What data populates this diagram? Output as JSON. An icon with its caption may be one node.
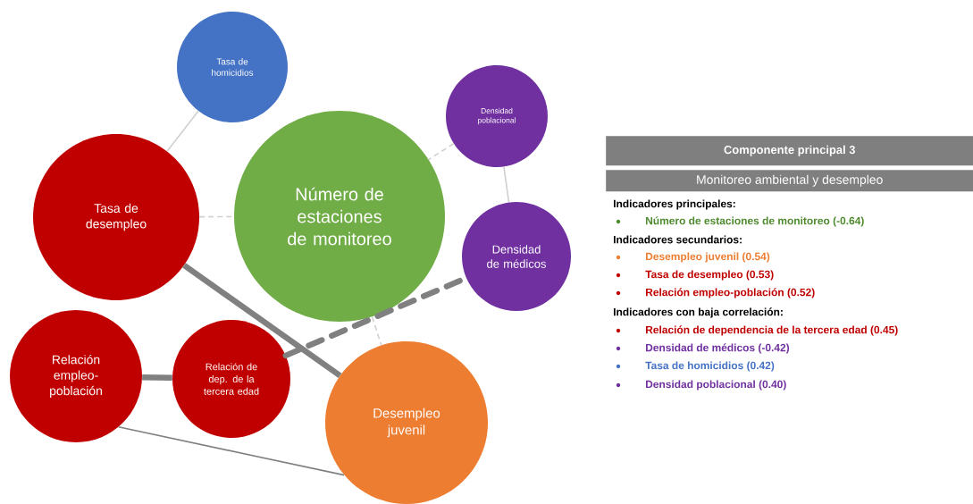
{
  "diagram": {
    "nodes": [
      {
        "text": [
          "Tasa de homicidios"
        ]
      },
      {
        "text": [
          "Densidad poblacional"
        ]
      },
      {
        "text": [
          "Número de estaciones de monitoreo"
        ]
      },
      {
        "text": [
          "Tasa de desempleo"
        ]
      },
      {
        "text": [
          "Densidad de médicos"
        ]
      },
      {
        "text": [
          "Relación empleo-población"
        ]
      },
      {
        "text": [
          "Relación de dep. de la tercera edad"
        ]
      },
      {
        "text": [
          "Desempleo juvenil"
        ]
      }
    ],
    "edges": [
      {
        "from": 0,
        "to": 3,
        "arrow": "none"
      },
      {
        "from": 1,
        "to": 2,
        "arrow": "none",
        "style": "dashed"
      },
      {
        "from": 1,
        "to": 4,
        "arrow": "none"
      },
      {
        "from": 3,
        "to": 2,
        "arrow": "none",
        "style": "dashed"
      },
      {
        "from": 3,
        "to": 7,
        "arrow": "none",
        "style": "thick",
        "color": "#808080"
      },
      {
        "from": 2,
        "to": 7,
        "arrow": "none",
        "style": "dashed"
      },
      {
        "from": 6,
        "to": 4,
        "arrow": "none",
        "style": "dashed",
        "color": "#808080"
      },
      {
        "from": 5,
        "to": 6,
        "arrow": "none",
        "style": "thick",
        "color": "#808080"
      },
      {
        "from": 5,
        "to": 7,
        "arrow": "none",
        "color": "#808080"
      }
    ],
    "labels": [
      "Componente principal 3",
      "Monitoreo ambiental y desempleo",
      "Indicadores principales:",
      "Número de estaciones de monitoreo (-0.64)",
      "Indicadores secundarios:",
      "Desempleo juvenil (0.54)",
      "Tasa de desempleo (0.53)",
      "Relación empleo-población (0.52)",
      "Indicadores con baja correlación:",
      "Relación de dependencia de la tercera edad (0.45)",
      "Densidad de médicos (-0.42)",
      "Tasa de homicidios (0.42)",
      "Densidad poblacional (0.40)"
    ]
  }
}
